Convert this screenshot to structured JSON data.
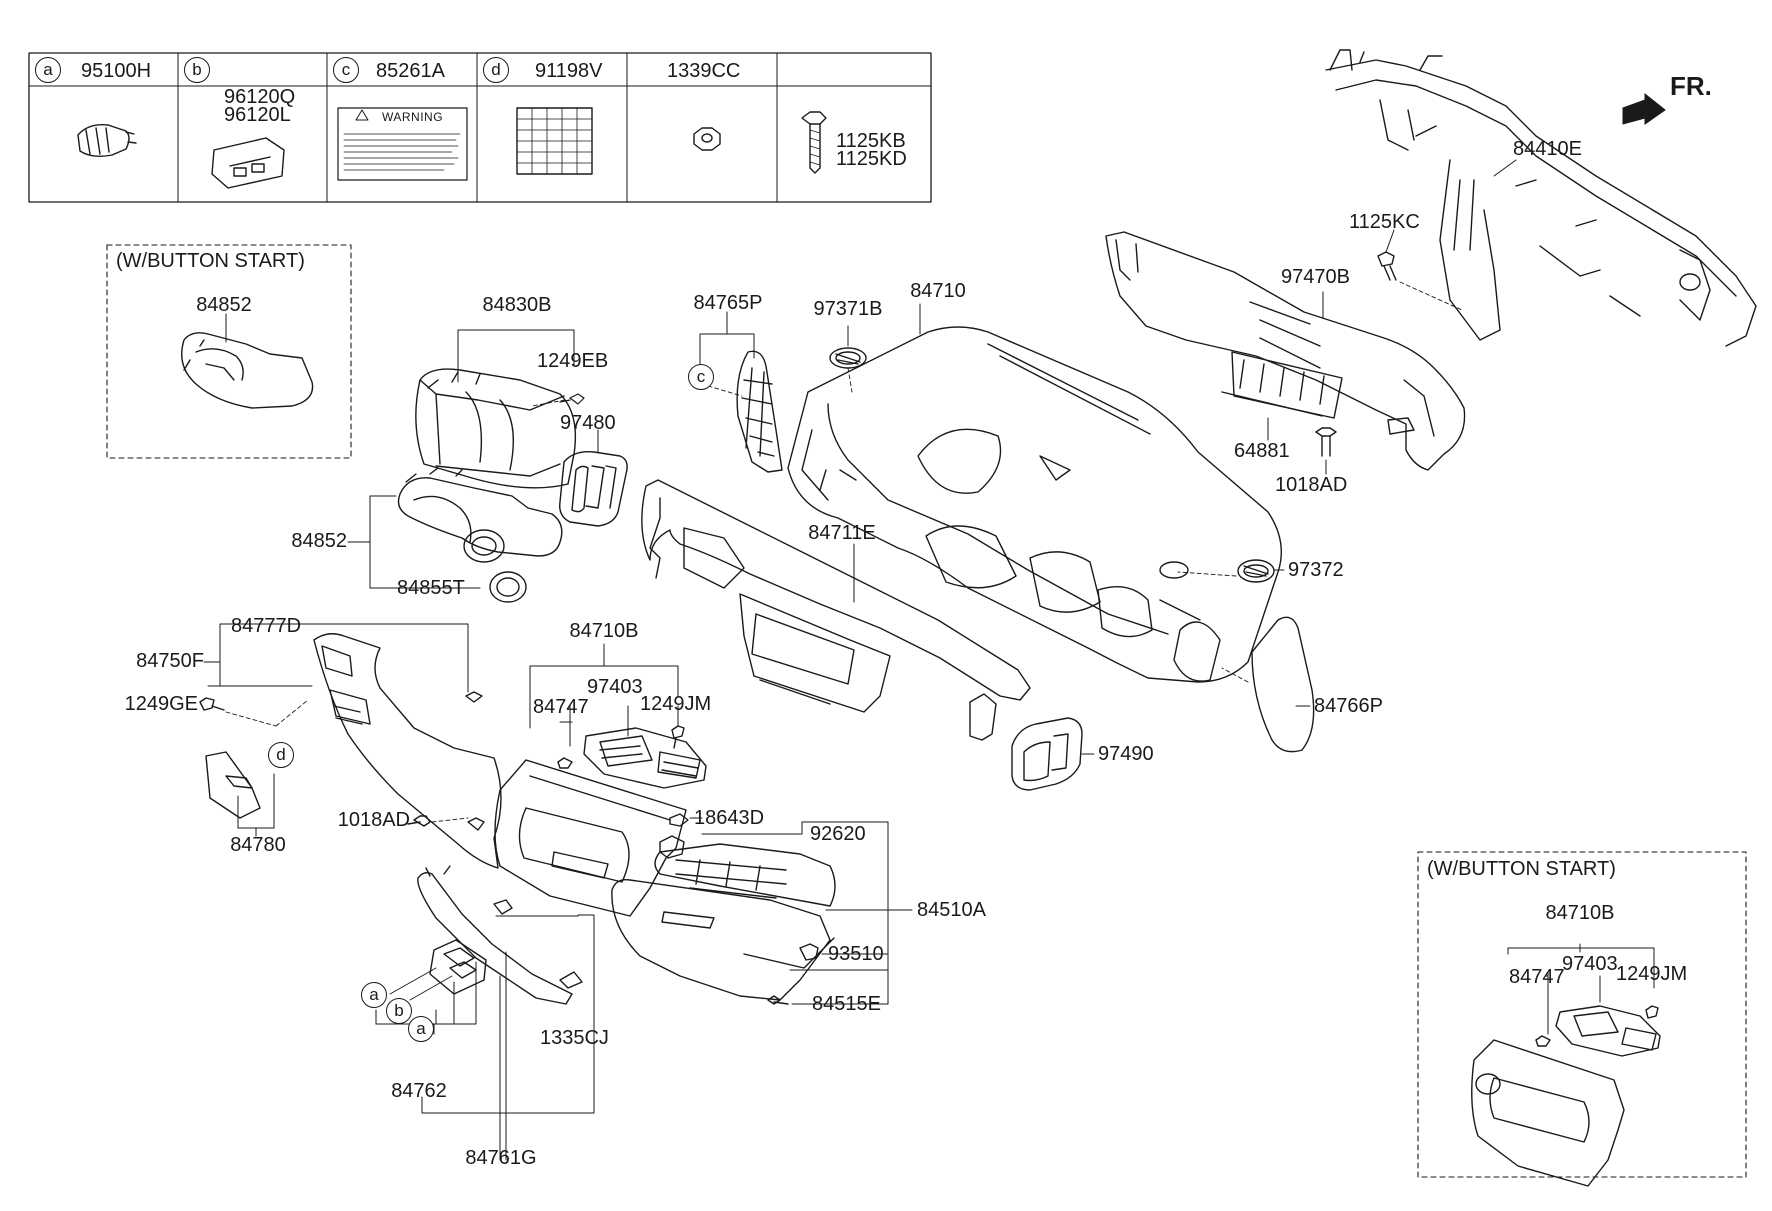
{
  "legend": [
    {
      "letter": "a",
      "parts": [
        "95100H"
      ]
    },
    {
      "letter": "b",
      "parts": [
        "96120Q",
        "96120L"
      ]
    },
    {
      "letter": "c",
      "parts": [
        "85261A"
      ]
    },
    {
      "letter": "d",
      "parts": [
        "91198V"
      ]
    },
    {
      "letter": "",
      "parts": [
        "1339CC"
      ]
    },
    {
      "letter": "",
      "parts": [
        "1125KB",
        "1125KD"
      ]
    }
  ],
  "warning_label": "WARNING",
  "front_indicator": "FR.",
  "variant_boxes": [
    {
      "title": "(W/BUTTON START)"
    },
    {
      "title": "(W/BUTTON START)"
    }
  ],
  "callouts": {
    "c_84852_a": "84852",
    "c_84830B": "84830B",
    "c_1249EB": "1249EB",
    "c_97480": "97480",
    "c_84852_b": "84852",
    "c_84855T": "84855T",
    "c_84765P": "84765P",
    "c_97371B": "97371B",
    "c_84710": "84710",
    "c_97470B": "97470B",
    "c_64881": "64881",
    "c_1018AD_a": "1018AD",
    "c_1125KC": "1125KC",
    "c_84410E": "84410E",
    "c_84711E": "84711E",
    "c_97372": "97372",
    "c_84777D": "84777D",
    "c_84750F": "84750F",
    "c_1249GE": "1249GE",
    "c_84780": "84780",
    "c_1018AD_b": "1018AD",
    "c_84710B_a": "84710B",
    "c_97403_a": "97403",
    "c_84747_a": "84747",
    "c_1249JM_a": "1249JM",
    "c_18643D": "18643D",
    "c_92620": "92620",
    "c_84510A": "84510A",
    "c_93510": "93510",
    "c_84515E": "84515E",
    "c_97490": "97490",
    "c_84766P": "84766P",
    "c_1335CJ": "1335CJ",
    "c_84762": "84762",
    "c_84761G": "84761G",
    "c_84710B_b": "84710B",
    "c_97403_b": "97403",
    "c_84747_b": "84747",
    "c_1249JM_b": "1249JM"
  },
  "reference_markers": {
    "m_c": "c",
    "m_d": "d",
    "m_a1": "a",
    "m_b1": "b",
    "m_a2": "a"
  }
}
